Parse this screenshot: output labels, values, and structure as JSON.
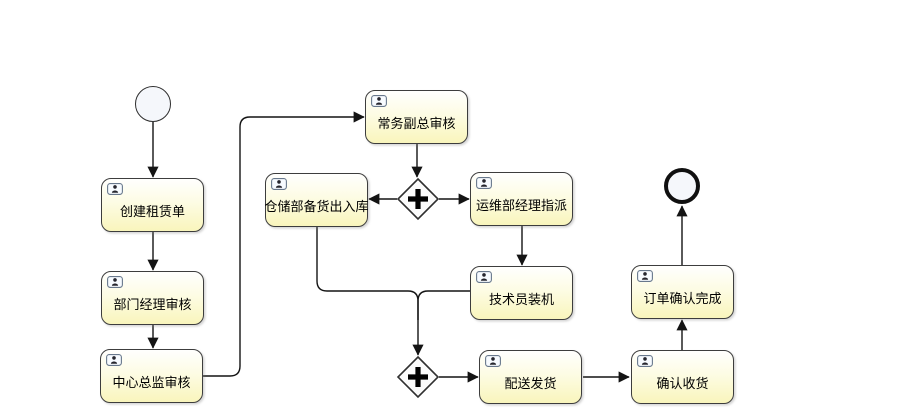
{
  "diagram": {
    "type": "bpmn-flowchart",
    "colors": {
      "canvas": "#ffffff",
      "task_border": "#3d3d3d",
      "task_fill_top": "#fffffe",
      "task_fill_bottom": "#f9f5bc",
      "event_fill": "#f5f7fb",
      "line": "#141414"
    },
    "icons": {
      "task_badge": "user-icon",
      "gateway_symbol": "plus-icon"
    },
    "nodes": {
      "start_event": {
        "kind": "start"
      },
      "end_event": {
        "kind": "end"
      },
      "gateways": [
        {
          "kind": "parallel"
        },
        {
          "kind": "parallel"
        }
      ],
      "tasks": [
        {
          "label": "创建租赁单"
        },
        {
          "label": "部门经理审核"
        },
        {
          "label": "中心总监审核"
        },
        {
          "label": "常务副总审核"
        },
        {
          "label": "仓储部备货出入库"
        },
        {
          "label": "运维部经理指派"
        },
        {
          "label": "技术员装机"
        },
        {
          "label": "配送发货"
        },
        {
          "label": "确认收货"
        },
        {
          "label": "订单确认完成"
        }
      ]
    },
    "edges": [
      {
        "from": "start",
        "to": "创建租赁单"
      },
      {
        "from": "创建租赁单",
        "to": "部门经理审核"
      },
      {
        "from": "部门经理审核",
        "to": "中心总监审核"
      },
      {
        "from": "中心总监审核",
        "to": "常务副总审核"
      },
      {
        "from": "常务副总审核",
        "to": "parallel-gateway-1"
      },
      {
        "from": "parallel-gateway-1",
        "to": "仓储部备货出入库"
      },
      {
        "from": "parallel-gateway-1",
        "to": "运维部经理指派"
      },
      {
        "from": "运维部经理指派",
        "to": "技术员装机"
      },
      {
        "from": "仓储部备货出入库",
        "to": "parallel-gateway-2"
      },
      {
        "from": "技术员装机",
        "to": "parallel-gateway-2"
      },
      {
        "from": "parallel-gateway-2",
        "to": "配送发货"
      },
      {
        "from": "配送发货",
        "to": "确认收货"
      },
      {
        "from": "确认收货",
        "to": "订单确认完成"
      },
      {
        "from": "订单确认完成",
        "to": "end"
      }
    ]
  }
}
